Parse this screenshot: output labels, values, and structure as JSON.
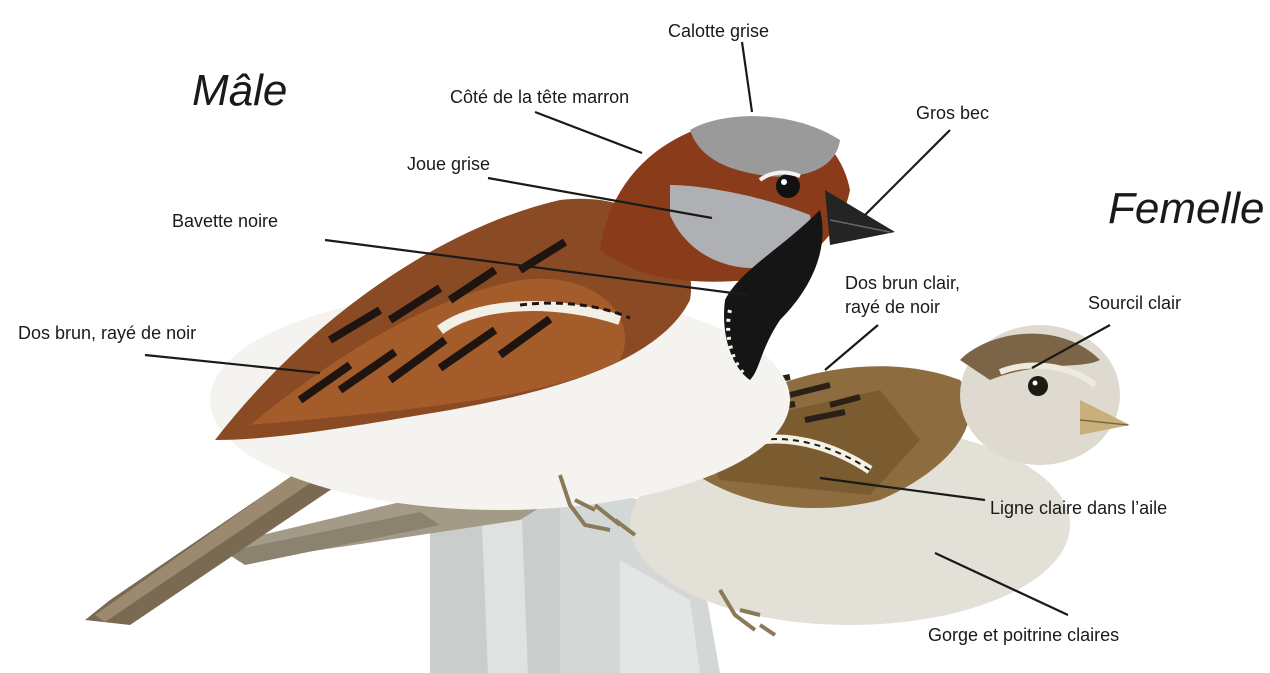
{
  "titles": {
    "male": "Mâle",
    "female": "Femelle"
  },
  "labels": {
    "calotte": "Calotte grise",
    "cote_tete": "Côté de la tête marron",
    "gros_bec": "Gros bec",
    "joue": "Joue grise",
    "bavette": "Bavette noire",
    "dos_brun_clair_1": "Dos brun clair,",
    "dos_brun_clair_2": "rayé de noir",
    "sourcil": "Sourcil clair",
    "dos_brun": "Dos brun, rayé de noir",
    "ligne_claire": "Ligne claire dans l’aile",
    "gorge": "Gorge et poitrine claires"
  },
  "colors": {
    "male_back": "#8a4a24",
    "male_cap": "#9a9a9a",
    "male_bib": "#151515",
    "male_belly": "#f4f3ef",
    "female_back": "#8d6c3f",
    "female_belly": "#e7e4dc",
    "beak": "#242424",
    "female_beak": "#c9b07a",
    "post": "#c7cbca"
  }
}
